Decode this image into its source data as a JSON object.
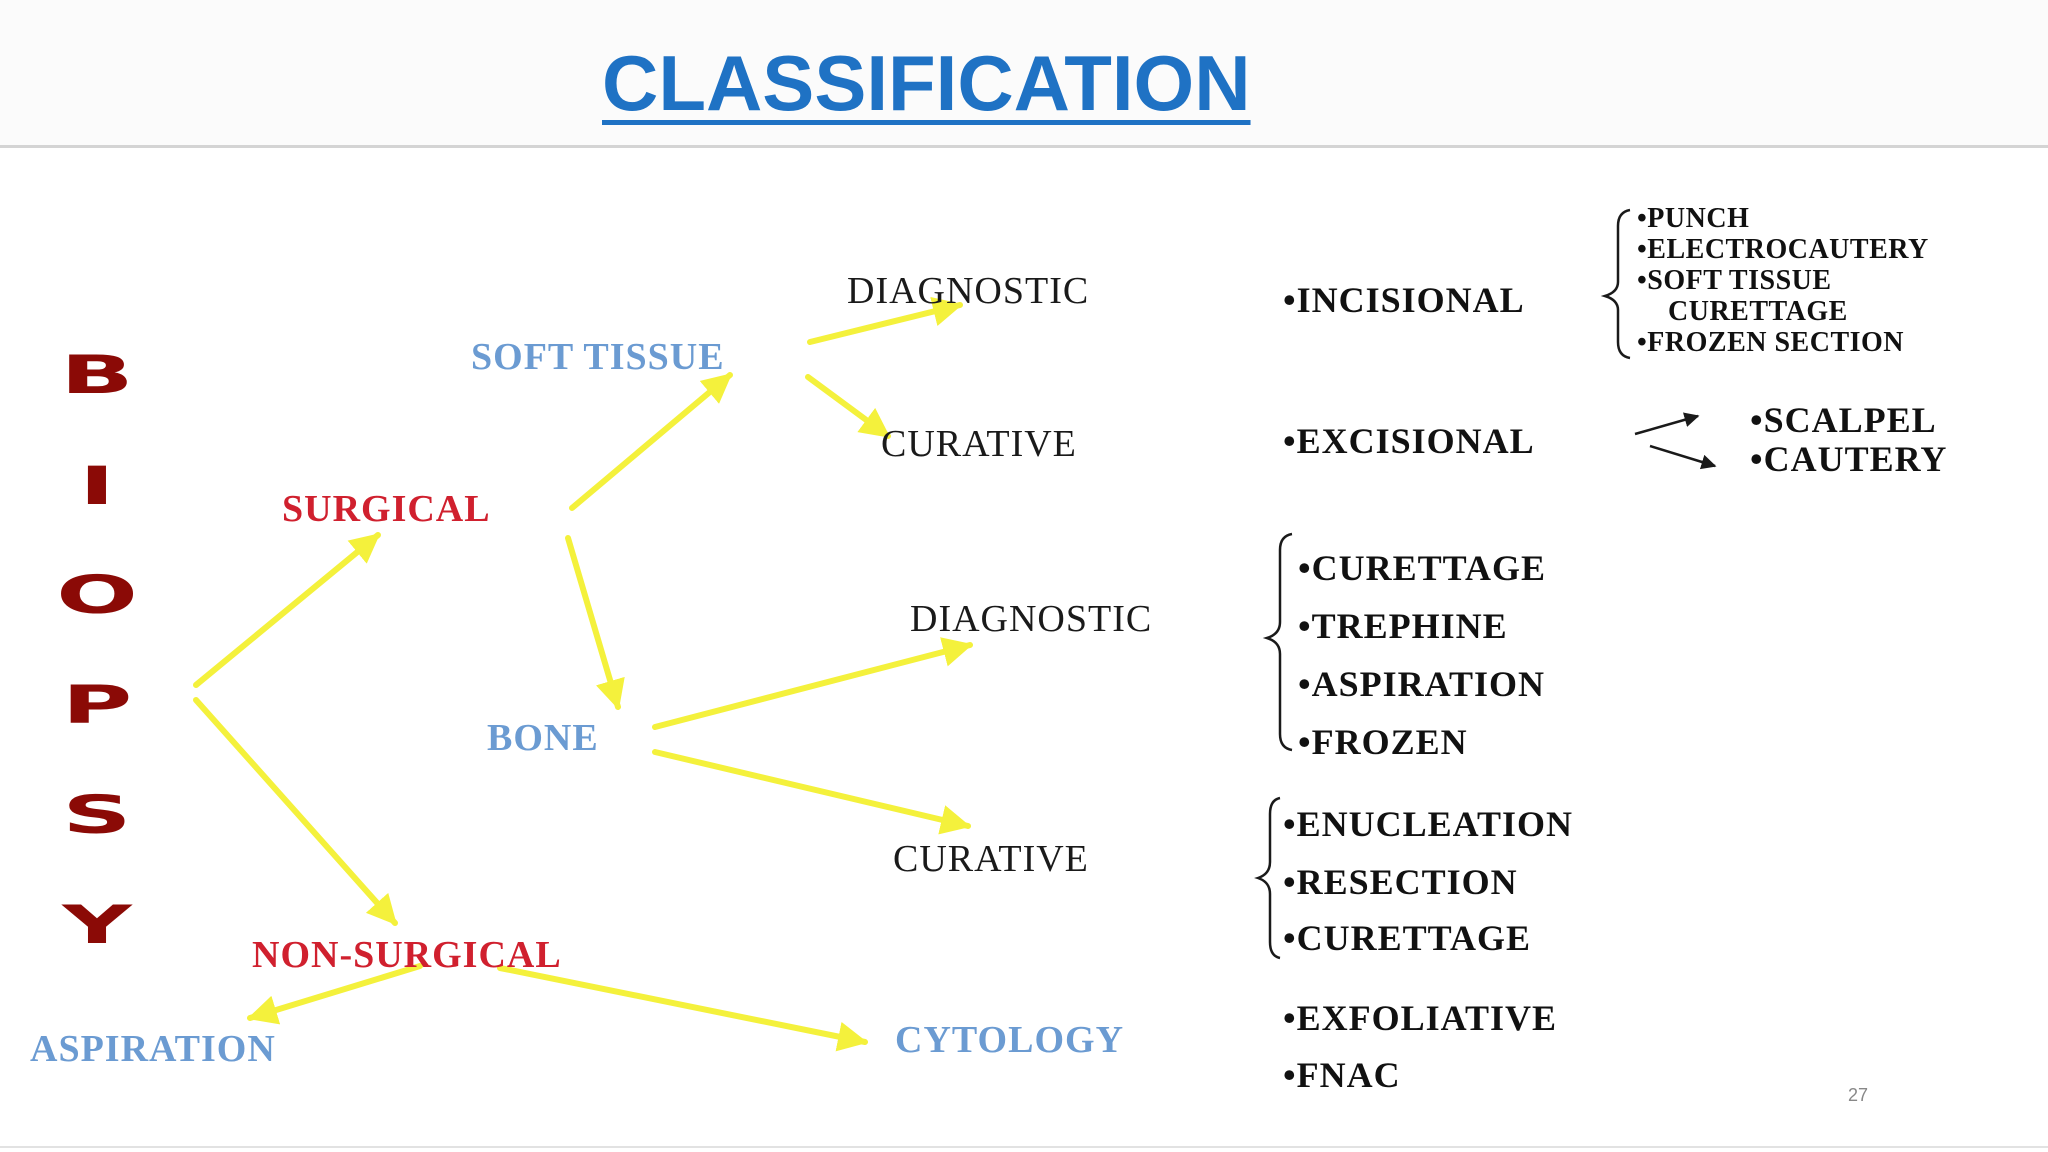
{
  "title": "CLASSIFICATION",
  "vertical_word": [
    "B",
    "I",
    "O",
    "P",
    "S",
    "Y"
  ],
  "nodes": {
    "surgical": "SURGICAL",
    "non_surgical": "NON-SURGICAL",
    "soft_tissue": "SOFT TISSUE",
    "bone": "BONE",
    "aspiration": "ASPIRATION",
    "cytology": "CYTOLOGY",
    "soft_diagnostic": "DIAGNOSTIC",
    "soft_curative": "CURATIVE",
    "bone_diagnostic": "DIAGNOSTIC",
    "bone_curative": "CURATIVE",
    "incisional": "•INCISIONAL",
    "excisional": "•EXCISIONAL"
  },
  "incisional_items": [
    "•PUNCH",
    "•ELECTROCAUTERY",
    "•SOFT TISSUE",
    "CURETTAGE",
    "•FROZEN SECTION"
  ],
  "excisional_items": [
    "•SCALPEL",
    "•CAUTERY"
  ],
  "bone_diagnostic_items": [
    "•CURETTAGE",
    "•TREPHINE",
    "•ASPIRATION",
    "•FROZEN"
  ],
  "bone_curative_items": [
    "•ENUCLEATION",
    "•RESECTION",
    "•CURETTAGE"
  ],
  "cytology_items": [
    "•EXFOLIATIVE",
    "•FNAC"
  ],
  "page_number": "27",
  "colors": {
    "title": "#1f72c4",
    "arrow": "#f4f13c",
    "blue_label": "#6b9bd2",
    "red_label": "#d0202e",
    "biopsy": "#8b0a06"
  }
}
